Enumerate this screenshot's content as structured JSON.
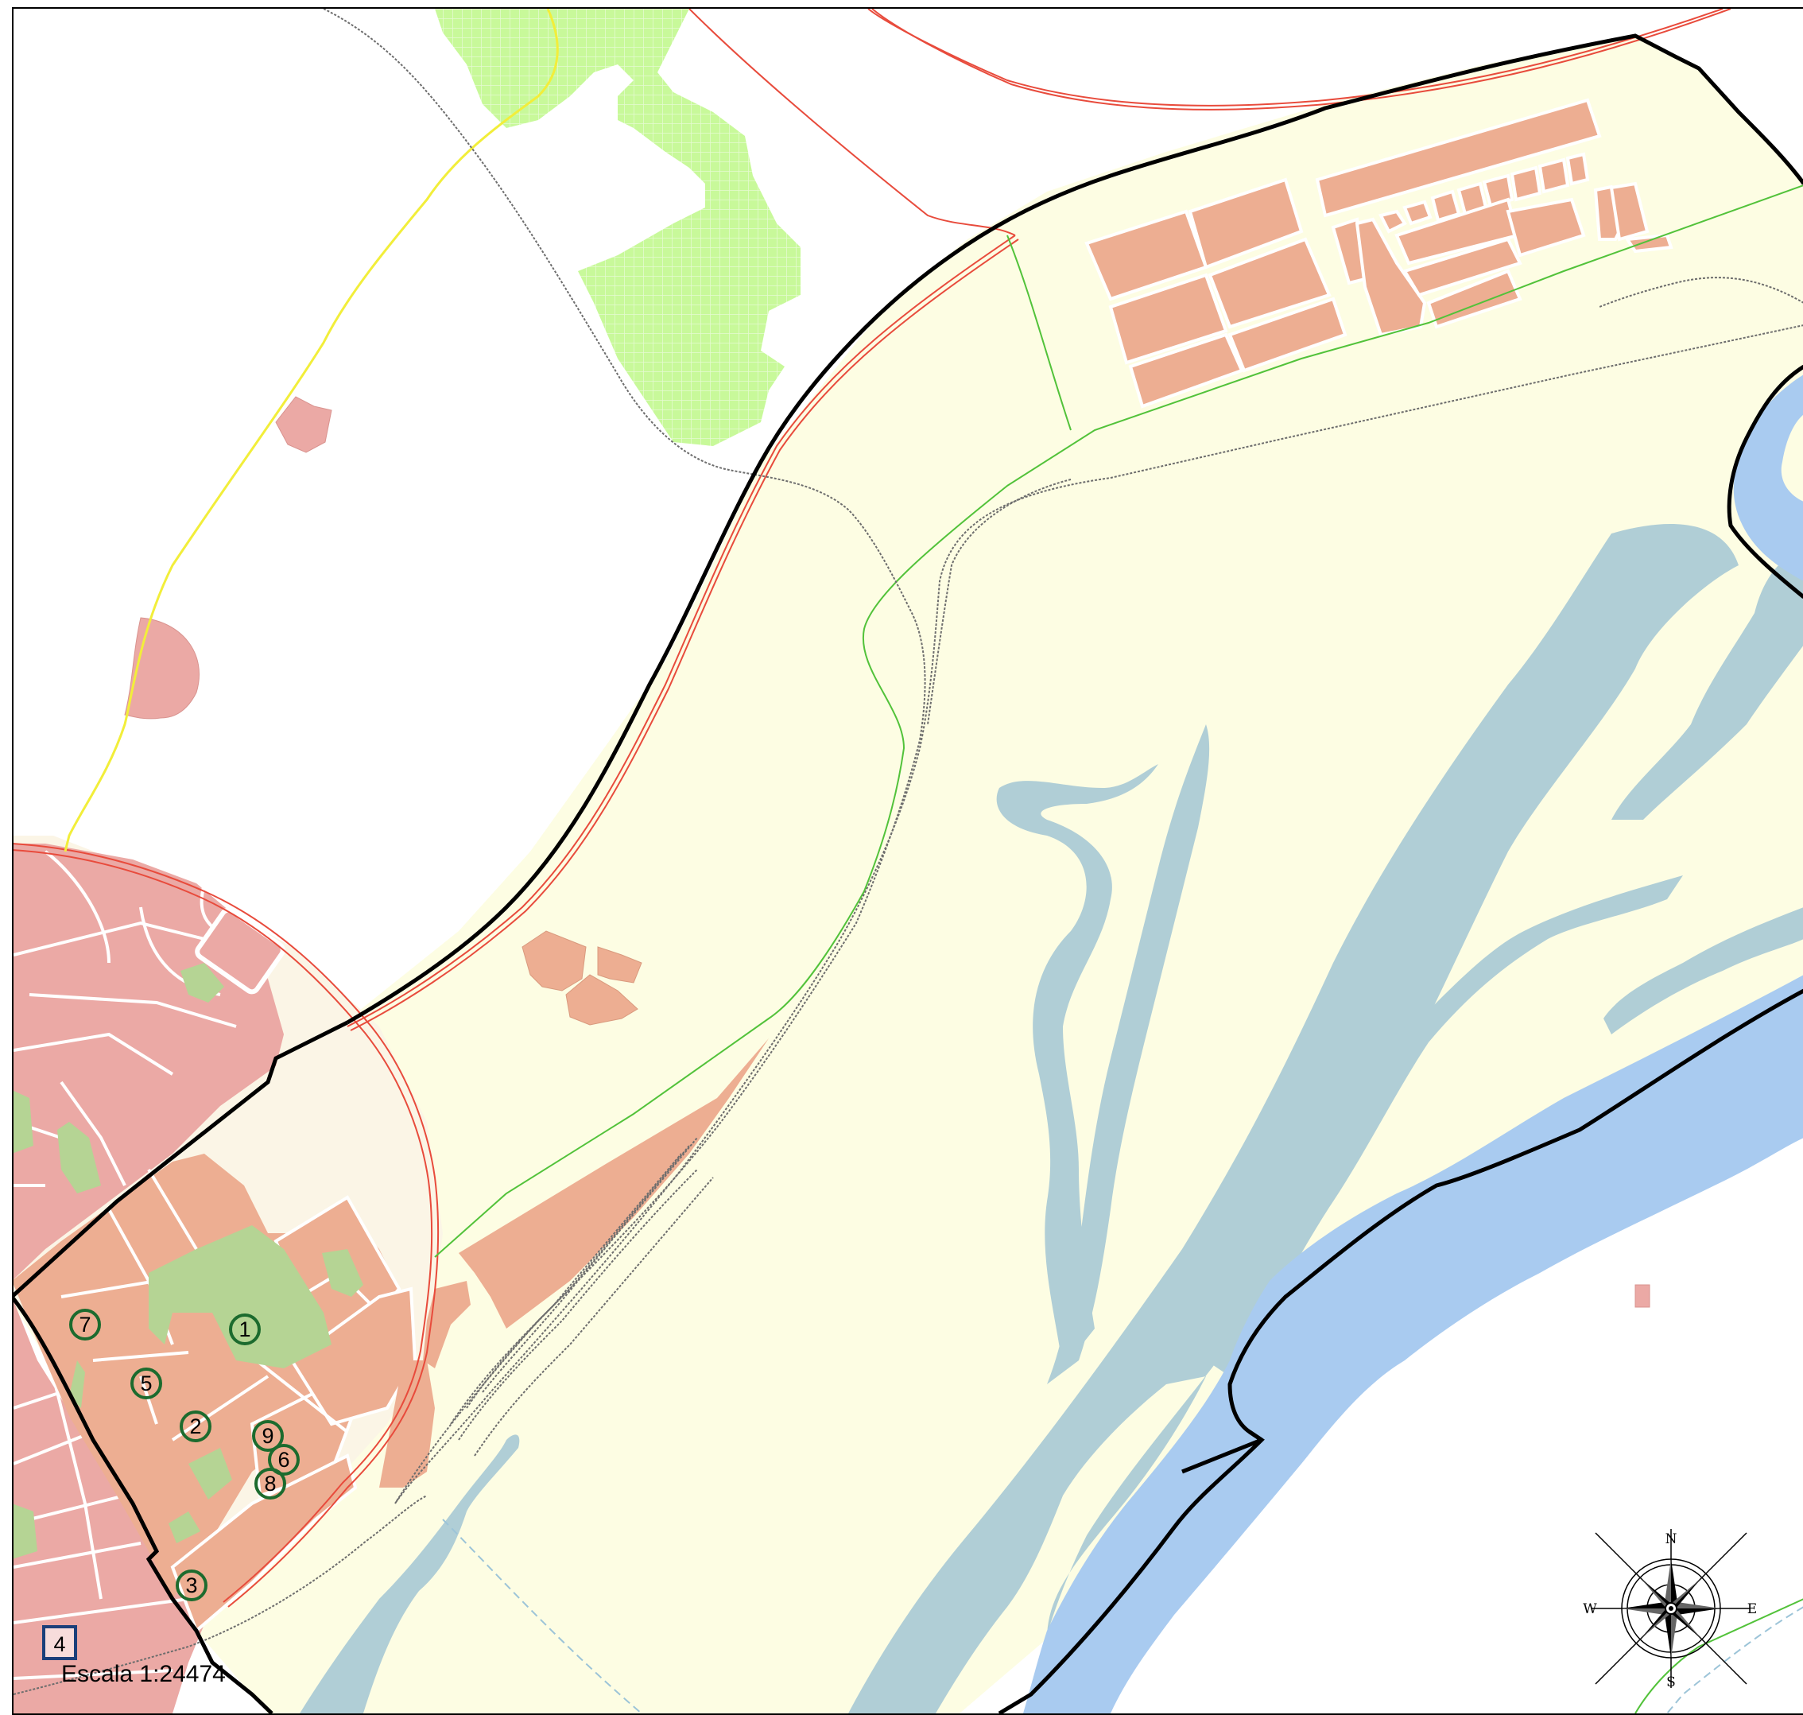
{
  "map": {
    "scale_label": "Escala 1:24474",
    "compass_letters": {
      "north": "N",
      "east": "E",
      "south": "S",
      "west": "W"
    },
    "markers": [
      {
        "id": "1",
        "label": "1"
      },
      {
        "id": "2",
        "label": "2"
      },
      {
        "id": "3",
        "label": "3"
      },
      {
        "id": "5",
        "label": "5"
      },
      {
        "id": "6",
        "label": "6"
      },
      {
        "id": "7",
        "label": "7"
      },
      {
        "id": "8",
        "label": "8"
      },
      {
        "id": "9",
        "label": "9"
      }
    ],
    "square_marker": {
      "label": "4"
    }
  },
  "colors": {
    "study_area_fill": "#fdfde3",
    "urban_residential": "#eba9a5",
    "industrial": "#edae92",
    "forest": "#c8f99a",
    "green_space": "#b5d494",
    "river_channel": "#b0ced6",
    "main_river": "#a9cbf0",
    "boundary": "#000000",
    "road_red": "#e84b3c",
    "road_yellow": "#f2ee3a",
    "path_green": "#52c23a",
    "railway": "#6d6d6d",
    "marker_ring": "#1c6b2e",
    "square_marker": "#1b3f7a"
  }
}
